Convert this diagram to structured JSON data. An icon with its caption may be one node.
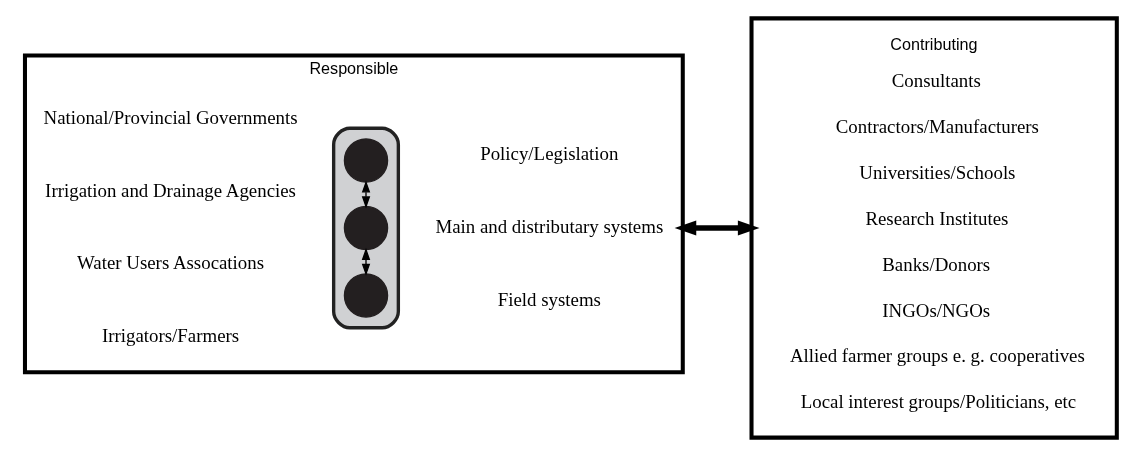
{
  "diagram": {
    "nodes": [
      {
        "text": [
          "Responsible"
        ]
      },
      {
        "text": [],
        "shape": "ellipse",
        "in": 0
      },
      {
        "text": [],
        "shape": "circle",
        "in": 1
      },
      {
        "text": [],
        "shape": "circle",
        "in": 1
      },
      {
        "text": [],
        "shape": "circle",
        "in": 1
      },
      {
        "text": [
          "Contributing",
          "Consultants",
          "Contractors/Manufacturers",
          "Universities/Schools",
          "Research Institutes",
          "Banks/Donors",
          "INGOs/NGOs",
          "Allied farmer groups e. g. cooperatives",
          "Local interest groups/Politicians, etc"
        ]
      }
    ],
    "edges": [
      {
        "from": 2,
        "to": 3,
        "arrow": "both"
      },
      {
        "from": 3,
        "to": 4,
        "arrow": "both"
      },
      {
        "from": 0,
        "to": 5,
        "arrow": "both",
        "style": "thick"
      }
    ],
    "labels": [
      "National/Provincial Governments",
      "Policy/Legislation",
      "Irrigation and Drainage Agencies",
      "Water Users Assocations",
      "Main and distributary systems",
      "Irrigators/Farmers",
      "Field systems"
    ]
  }
}
